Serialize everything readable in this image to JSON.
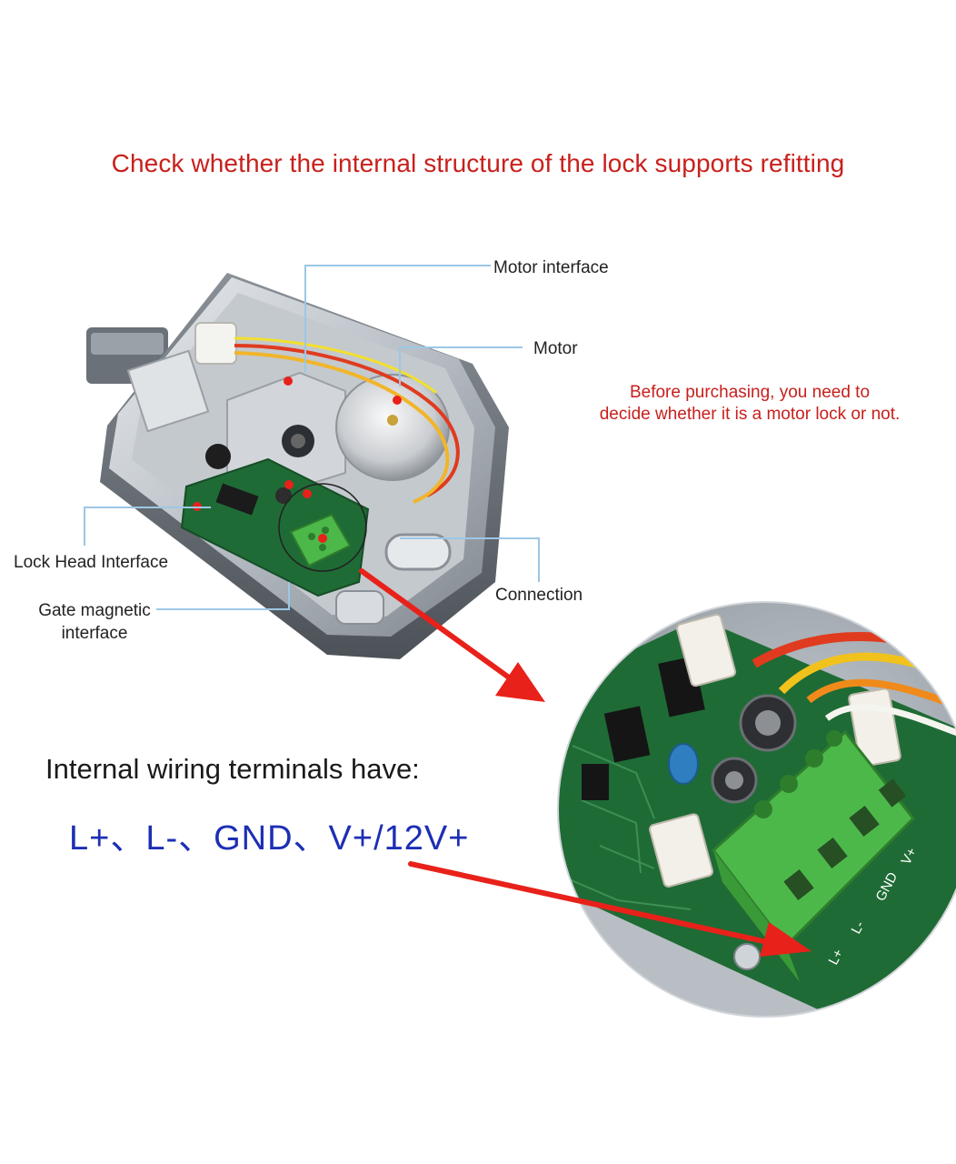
{
  "title": "Check whether the internal structure of the lock supports refitting",
  "callouts": {
    "motor_interface": "Motor interface",
    "motor": "Motor",
    "lock_head_interface": "Lock Head Interface",
    "gate_magnetic_line1": "Gate magnetic",
    "gate_magnetic_line2": "interface",
    "connection": "Connection"
  },
  "note": {
    "line1": "Before purchasing, you need to",
    "line2": "decide whether it is a motor lock or not."
  },
  "terminals": {
    "heading": "Internal wiring terminals have:",
    "list": "L+、L-、GND、V+/12V+",
    "pcb_labels": [
      "L+",
      "L-",
      "GND",
      "V+"
    ]
  },
  "colors": {
    "title_red": "#c8201c",
    "list_blue": "#1c2fb4",
    "leader_blue": "#9cc7e6",
    "arrow_red": "#e8211a",
    "pcb_green": "#1f6b35",
    "terminal_green": "#4cb84a"
  }
}
